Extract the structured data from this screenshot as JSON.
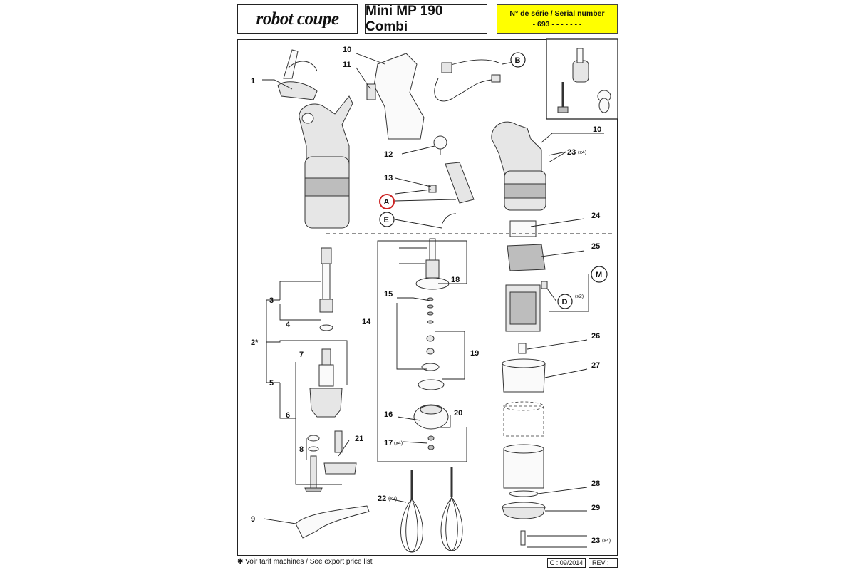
{
  "header": {
    "brand": "robot coupe",
    "model": "Mini MP 190 Combi",
    "serial_label": "N° de série / Serial number",
    "serial_value": "- 693 - - - - -   - -"
  },
  "callouts": {
    "c1": "1",
    "c2": "2*",
    "c3": "3",
    "c4": "4",
    "c5": "5",
    "c6": "6",
    "c7": "7",
    "c8": "8",
    "c9": "9",
    "c10a": "10",
    "c10b": "10",
    "c11": "11",
    "c12": "12",
    "c13": "13",
    "c14": "14",
    "c15": "15",
    "c16": "16",
    "c17": "17",
    "c17q": "(x4)",
    "c18": "18",
    "c19": "19",
    "c20": "20",
    "c21": "21",
    "c22": "22",
    "c22q": "(x2)",
    "c23a": "23",
    "c23aq": "(x4)",
    "c23b": "23",
    "c23bq": "(x4)",
    "c24": "24",
    "c25": "25",
    "c26": "26",
    "c27": "27",
    "c28": "28",
    "c29": "29",
    "cA": "A",
    "cB": "B",
    "cD": "D",
    "cDq": "(x2)",
    "cE": "E",
    "cM": "M"
  },
  "footer": {
    "note": "✱ Voir tarif machines / See export price list",
    "code": "C : 09/2014",
    "rev": "REV :"
  },
  "colors": {
    "serial_bg": "#ffff00",
    "highlight_circle": "#cc2222",
    "frame": "#222222"
  }
}
